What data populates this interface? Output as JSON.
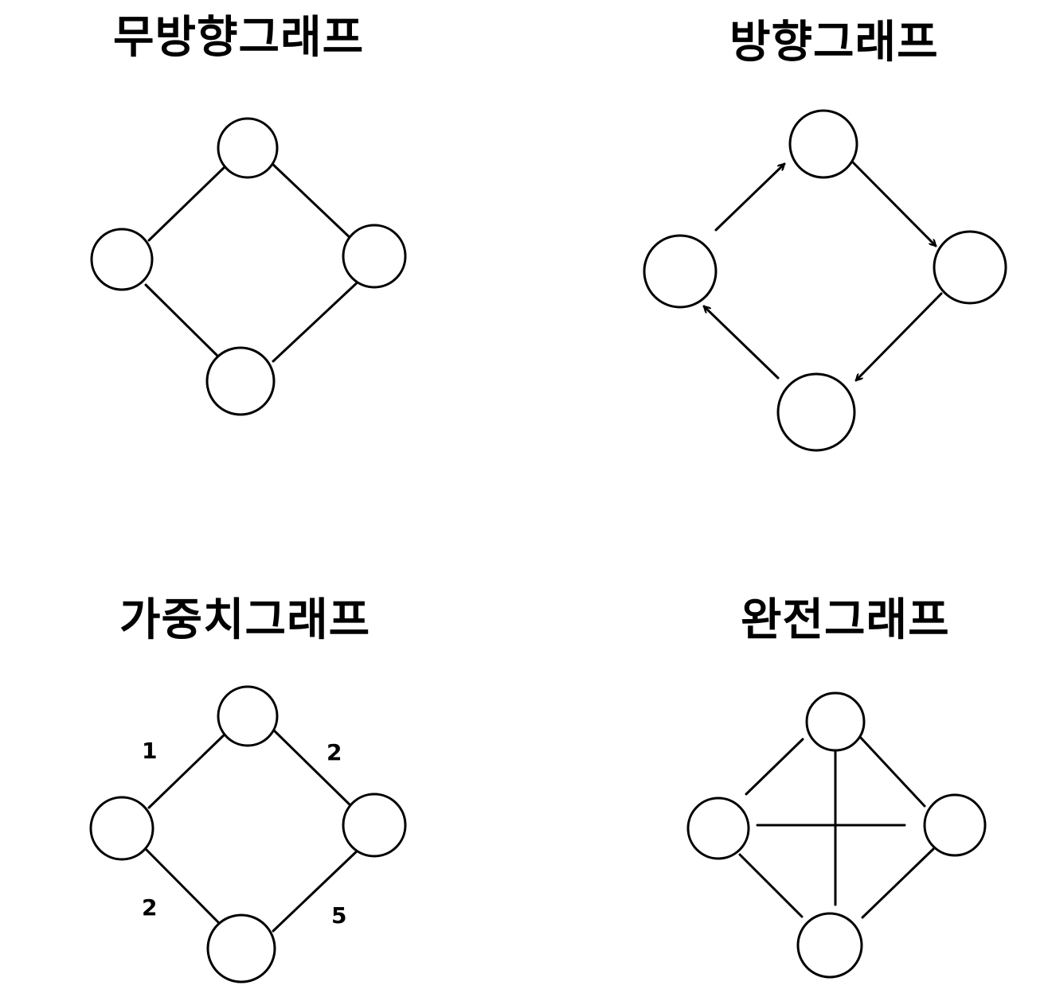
{
  "titles": {
    "undirected": "무방향그래프",
    "directed": "방향그래프",
    "weighted": "가중치그래프",
    "complete": "완전그래프"
  },
  "weights": {
    "top_left": "1",
    "top_right": "2",
    "bottom_left": "2",
    "bottom_right": "5"
  }
}
